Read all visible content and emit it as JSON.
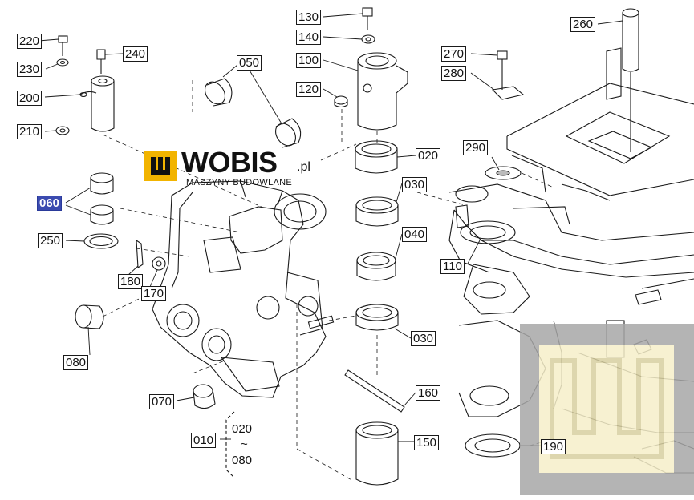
{
  "brand": {
    "name": "WOBIS",
    "tld": ".pl",
    "tagline": "MASZYNY BUDOWLANE",
    "colors": {
      "accent": "#f2b400",
      "highlight": "#3b4bb0",
      "watermark": "#a7a7a7",
      "watermark_inner": "#f6efc9"
    }
  },
  "callouts": {
    "c220": "220",
    "c230": "230",
    "c240": "240",
    "c200": "200",
    "c210": "210",
    "c050": "050",
    "c130": "130",
    "c140": "140",
    "c100": "100",
    "c120": "120",
    "c020": "020",
    "c030a": "030",
    "c040": "040",
    "c030b": "030",
    "c060": "060",
    "c250": "250",
    "c180": "180",
    "c170": "170",
    "c080": "080",
    "c070": "070",
    "c010": "010",
    "c160": "160",
    "c150": "150",
    "c260": "260",
    "c270": "270",
    "c280": "280",
    "c290": "290",
    "c110": "110",
    "c190": "190"
  },
  "range": {
    "from": "020",
    "sep": "~",
    "to": "080"
  },
  "highlighted": "060"
}
